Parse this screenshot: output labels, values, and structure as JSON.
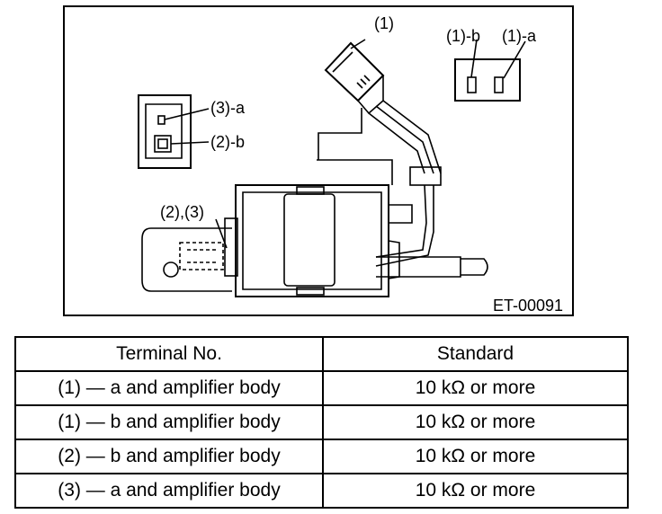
{
  "figure": {
    "id_label": "ET-00091",
    "callouts": {
      "connector": "(1)",
      "pin_1b": "(1)-b",
      "pin_1a": "(1)-a",
      "pin_3a": "(3)-a",
      "pin_2b": "(2)-b",
      "terminal_2_3": "(2),(3)"
    }
  },
  "table": {
    "headers": [
      "Terminal No.",
      "Standard"
    ],
    "rows": [
      [
        "(1) — a and amplifier body",
        "10 kΩ or more"
      ],
      [
        "(1) — b and amplifier body",
        "10 kΩ or more"
      ],
      [
        "(2) — b and amplifier body",
        "10 kΩ or more"
      ],
      [
        "(3) — a and amplifier body",
        "10 kΩ or more"
      ]
    ]
  }
}
